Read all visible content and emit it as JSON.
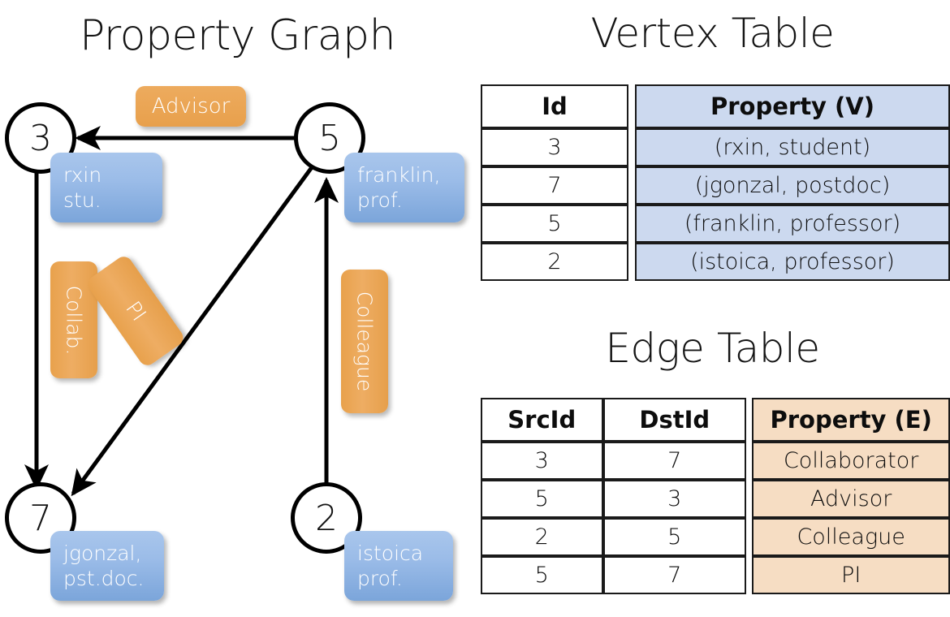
{
  "titles": {
    "property_graph": "Property Graph",
    "vertex_table": "Vertex Table",
    "edge_table": "Edge Table"
  },
  "graph": {
    "nodes": [
      {
        "id": "3",
        "property": "rxin\nstu."
      },
      {
        "id": "5",
        "property": "franklin,\nprof."
      },
      {
        "id": "7",
        "property": "jgonzal,\npst.doc."
      },
      {
        "id": "2",
        "property": "istoica\nprof."
      }
    ],
    "edge_labels": [
      {
        "name": "advisor",
        "text": "Advisor"
      },
      {
        "name": "collab",
        "text": "Collab."
      },
      {
        "name": "pi",
        "text": "PI"
      },
      {
        "name": "colleague",
        "text": "Colleague"
      }
    ],
    "edges": [
      {
        "from": "5",
        "to": "3",
        "label": "Advisor"
      },
      {
        "from": "3",
        "to": "7",
        "label": "Collab."
      },
      {
        "from": "5",
        "to": "7",
        "label": "PI"
      },
      {
        "from": "2",
        "to": "5",
        "label": "Colleague"
      }
    ]
  },
  "vertex_table": {
    "headers": [
      "Id",
      "Property (V)"
    ],
    "rows": [
      [
        "3",
        "(rxin, student)"
      ],
      [
        "7",
        "(jgonzal, postdoc)"
      ],
      [
        "5",
        "(franklin, professor)"
      ],
      [
        "2",
        "(istoica, professor)"
      ]
    ]
  },
  "edge_table": {
    "headers": [
      "SrcId",
      "DstId",
      "Property (E)"
    ],
    "rows": [
      [
        "3",
        "7",
        "Collaborator"
      ],
      [
        "5",
        "3",
        "Advisor"
      ],
      [
        "2",
        "5",
        "Colleague"
      ],
      [
        "5",
        "7",
        "PI"
      ]
    ]
  },
  "colors": {
    "vertex_property_fill": "#ccd9ef",
    "edge_property_fill": "#f6ddc3",
    "node_box_blue": "#7ba5da",
    "edge_label_orange": "#e8a14c",
    "stroke": "#000000",
    "background": "#ffffff"
  }
}
